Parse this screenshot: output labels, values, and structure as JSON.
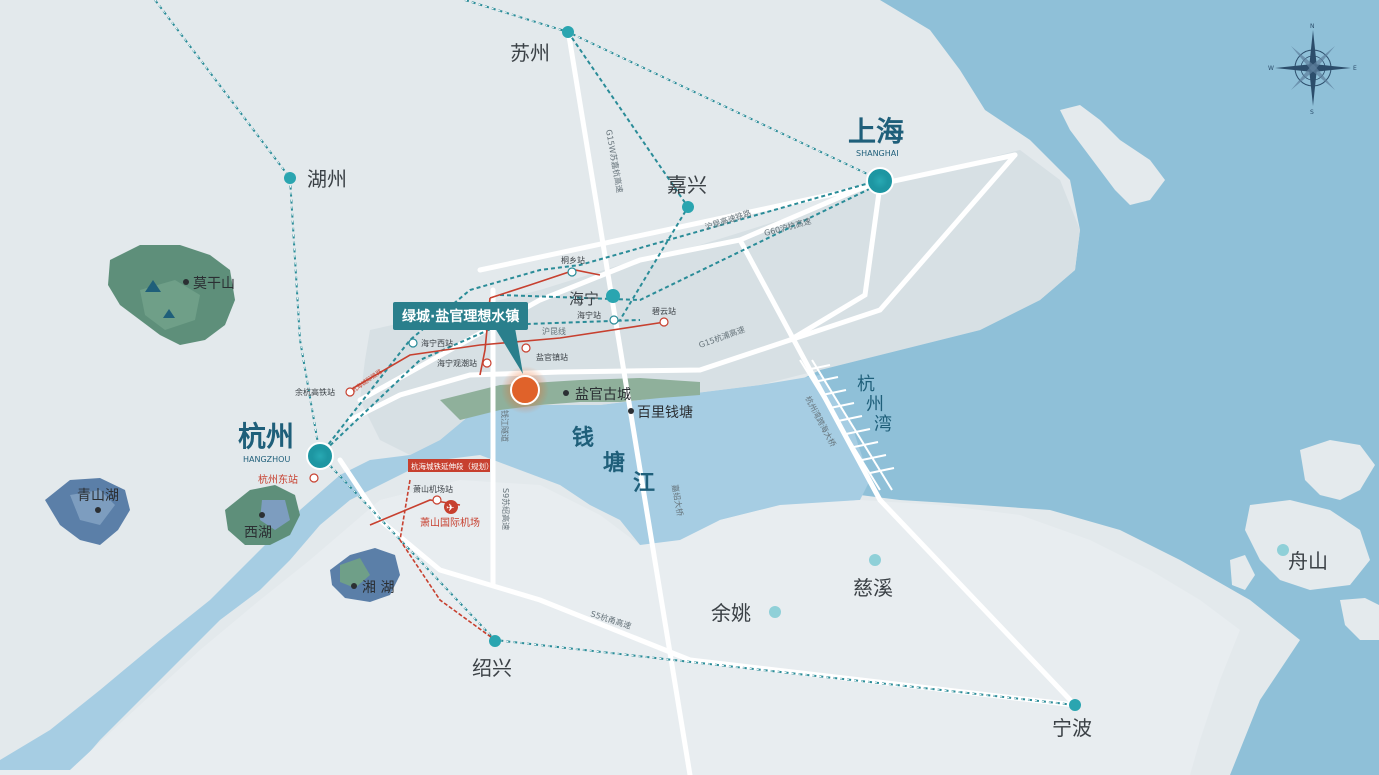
{
  "cities": {
    "suzhou": "苏州",
    "huzhou": "湖州",
    "jiaxing": "嘉兴",
    "shanghai": "上海",
    "shanghai_en": "SHANGHAI",
    "hangzhou": "杭州",
    "hangzhou_en": "HANGZHOU",
    "haining": "海宁",
    "shaoxing": "绍兴",
    "yuyao": "余姚",
    "cixi": "慈溪",
    "ningbo": "宁波",
    "zhoushan": "舟山"
  },
  "places": {
    "moganshan": "莫干山",
    "qingshanhu": "青山湖",
    "xihu": "西湖",
    "xianghu": "湘 湖",
    "yanguan_gucheng": "盐官古城",
    "baili_qiantang": "百里钱塘",
    "hangzhouwan": "杭州湾",
    "qiantangjiang": [
      "钱",
      "塘",
      "江"
    ],
    "hangzhou_dongzhan": "杭州东站",
    "xiaoshan_airport": "萧山国际机场"
  },
  "stations": {
    "tongxiang": "桐乡站",
    "haining": "海宁站",
    "haining_west": "海宁西站",
    "haining_guanchao": "海宁观潮站",
    "yanguan": "盐官镇站",
    "yuhang_high_speed": "余杭高铁站",
    "xiaoshan_airport": "萧山机场站",
    "tongyun": "碧云站"
  },
  "roads": {
    "g15w": "G15W苏嘉杭高速",
    "huhang_railway": "沪昆高速铁路",
    "g60": "G60沪杭高速",
    "g15": "G15杭浦高速",
    "hucang": "沪昆线",
    "qianjiang_tunnel": "钱江隧道",
    "s9": "S9苏绍高速",
    "s5": "S5杭甬高速",
    "jiashao_bridge": "嘉绍大桥",
    "bay_bridge": "杭州湾跨海大桥",
    "extension": "杭海城铁延伸段（规划）",
    "hangzhou_metro": "杭海城际铁路"
  },
  "project": {
    "name": "绿城·盐官理想水镇"
  },
  "compass": [
    "N",
    "S",
    "E",
    "W"
  ],
  "colors": {
    "land": "#e4eaed",
    "sea": "#8fc0d8",
    "river": "#a6cde3",
    "green": "#5e8f7a",
    "teal": "#2a8c98",
    "orange": "#e0622a",
    "red": "#c7402f",
    "road": "#ffffff",
    "label": "#3b4146",
    "accent_dark": "#1f5f7a"
  }
}
